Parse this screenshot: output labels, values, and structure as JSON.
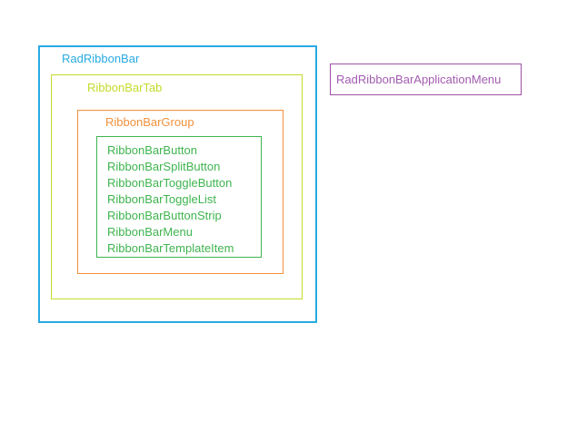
{
  "page": {
    "background": "#ffffff"
  },
  "diagram": {
    "rad_ribbon_bar": {
      "label": "RadRibbonBar",
      "color": "#29ABE2"
    },
    "ribbon_bar_tab": {
      "label": "RibbonBarTab",
      "color": "#C4DB2B"
    },
    "ribbon_bar_group": {
      "label": "RibbonBarGroup",
      "color": "#F2913D"
    },
    "ribbon_bar_items": {
      "color": "#3FB44F",
      "items": [
        "RibbonBarButton",
        "RibbonBarSplitButton",
        "RibbonBarToggleButton",
        "RibbonBarToggleList",
        "RibbonBarButtonStrip",
        "RibbonBarMenu",
        "RibbonBarTemplateItem"
      ]
    },
    "application_menu": {
      "label": "RadRibbonBarApplicationMenu",
      "color": "#9E4FA5"
    }
  }
}
